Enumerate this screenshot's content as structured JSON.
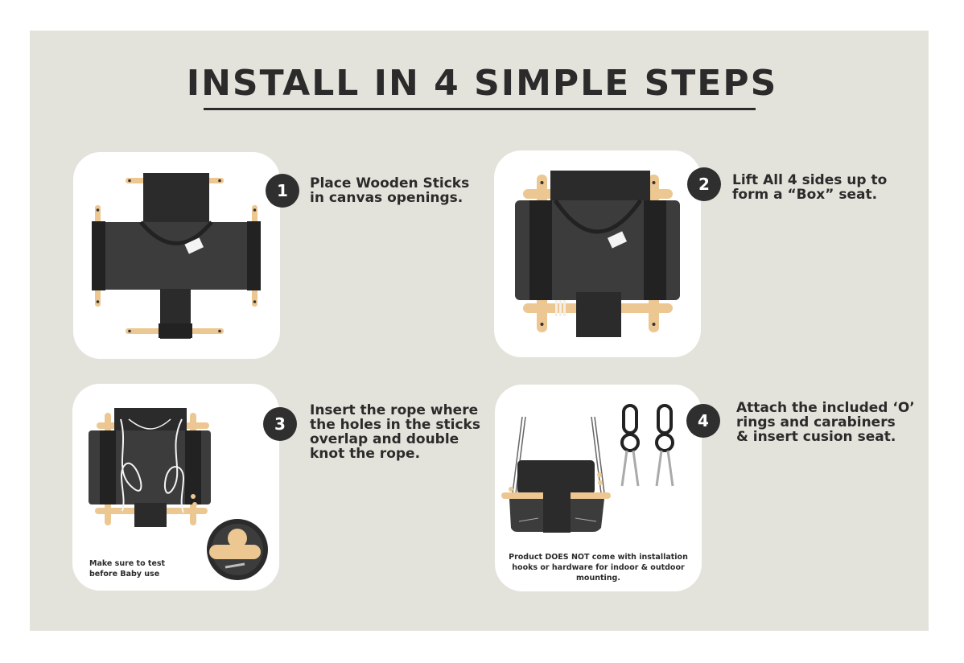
{
  "title": "INSTALL IN 4 SIMPLE STEPS",
  "colors": {
    "background": "#e4e3db",
    "card": "#ffffff",
    "canvas": "#3c3c3c",
    "canvas_dark": "#2b2b2b",
    "wood": "#ecc792",
    "badge": "#2f2f2f"
  },
  "steps": [
    {
      "number": "1",
      "lines": [
        "Place Wooden Sticks",
        "in canvas openings."
      ]
    },
    {
      "number": "2",
      "lines": [
        "Lift All 4 sides up to",
        "form a “Box” seat."
      ]
    },
    {
      "number": "3",
      "lines": [
        "Insert the rope where",
        "the  holes in the sticks",
        "overlap and double",
        "knot the rope."
      ],
      "note_lines": [
        "Make sure to test",
        "before Baby use"
      ]
    },
    {
      "number": "4",
      "lines": [
        "Attach the included ‘O’",
        "rings and carabiners",
        "& insert cusion seat."
      ],
      "note_lines": [
        "Product DOES NOT come with  installation",
        "hooks or hardware for indoor & outdoor",
        "mounting."
      ]
    }
  ]
}
